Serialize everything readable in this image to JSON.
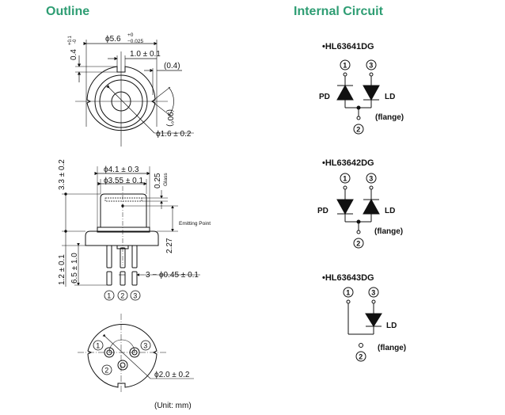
{
  "headings": {
    "outline": "Outline",
    "internal_circuit": "Internal Circuit"
  },
  "colors": {
    "heading": "#2e9d73",
    "line": "#111111"
  },
  "outline": {
    "top_view": {
      "diameter_label": "ϕ5.6",
      "diameter_tol_upper": "+0",
      "diameter_tol_lower": "−0.025",
      "notch_depth_label": "0.4",
      "notch_depth_tol_upper": "+0.1",
      "notch_depth_tol_lower": "-0",
      "notch_width_label": "1.0 ± 0.1",
      "side_label": "(0.4)",
      "angle_label": "(90°)",
      "window_label": "ϕ1.6 ± 0.2"
    },
    "side_view": {
      "cap_outer_label": "ϕ4.1 ± 0.3",
      "cap_inner_label": "ϕ3.55 ± 0.1",
      "glass_label": "0.25",
      "glass_word": "Glass",
      "height_label": "3.3 ± 0.2",
      "emitting_point_label": "Emitting Point",
      "emitting_height_label": "2.27",
      "flange_label": "1.2 ± 0.1",
      "pin_length_label": "6.5 ± 1.0",
      "pin_diameter_label": "3 − ϕ0.45 ± 0.1",
      "pin_numbers": [
        "1",
        "2",
        "3"
      ]
    },
    "bottom_view": {
      "pcd_label": "ϕ2.0 ± 0.2",
      "pin_numbers": [
        "1",
        "2",
        "3"
      ]
    },
    "unit_label": "(Unit: mm)"
  },
  "circuits": [
    {
      "model": "•HL63641DG",
      "pins": [
        "1",
        "3",
        "2"
      ],
      "pd_label": "PD",
      "ld_label": "LD",
      "flange_label": "(flange)"
    },
    {
      "model": "•HL63642DG",
      "pins": [
        "1",
        "3",
        "2"
      ],
      "pd_label": "PD",
      "ld_label": "LD",
      "flange_label": "(flange)"
    },
    {
      "model": "•HL63643DG",
      "pins": [
        "1",
        "3",
        "2"
      ],
      "ld_label": "LD",
      "flange_label": "(flange)"
    }
  ]
}
